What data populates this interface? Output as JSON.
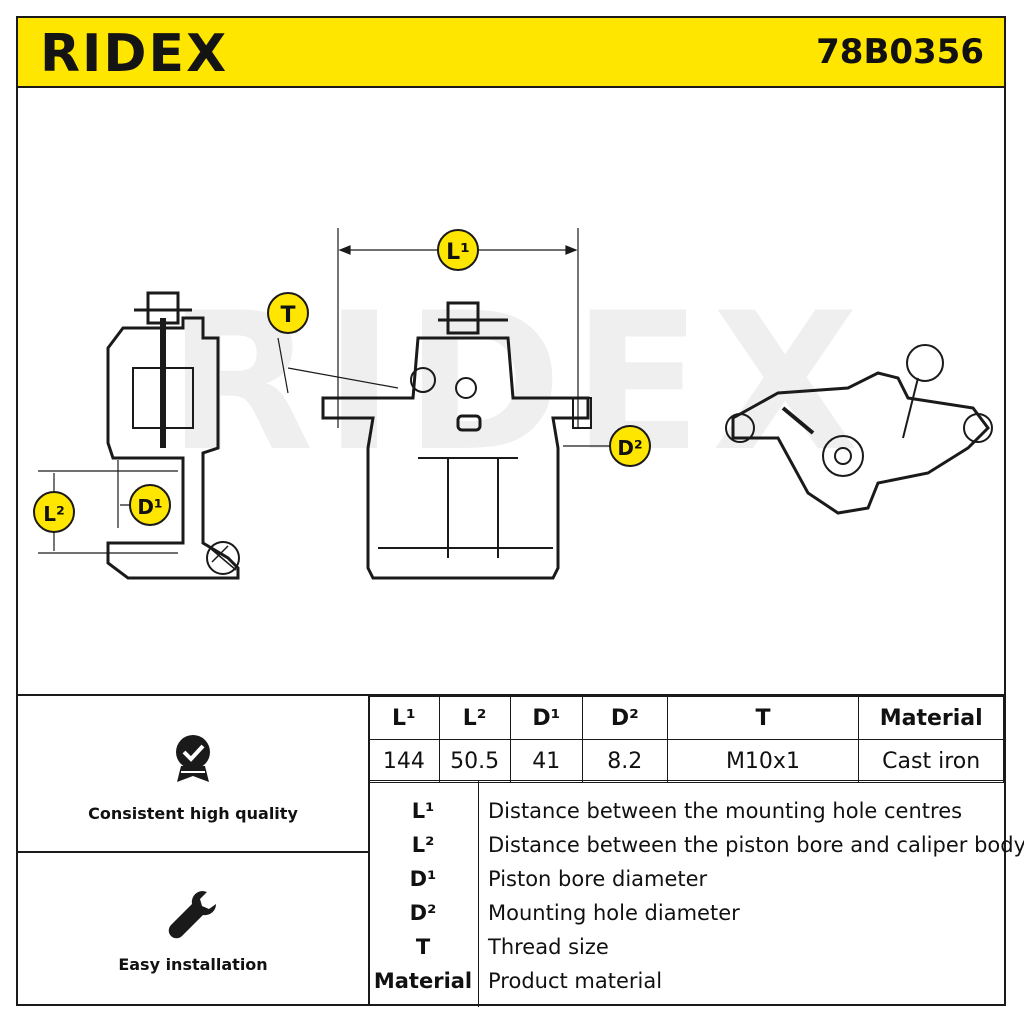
{
  "header": {
    "brand": "RIDEX",
    "part_number": "78B0356"
  },
  "drawing": {
    "watermark": "RIDEX",
    "callouts": {
      "l1": "L¹",
      "l2": "L²",
      "d1": "D¹",
      "d2": "D²",
      "t": "T"
    }
  },
  "features": [
    {
      "label": "Consistent high quality",
      "icon": "quality-badge-icon"
    },
    {
      "label": "Easy installation",
      "icon": "wrench-icon"
    }
  ],
  "specs": {
    "headers": [
      "L¹",
      "L²",
      "D¹",
      "D²",
      "T",
      "Material"
    ],
    "values": [
      "144",
      "50.5",
      "41",
      "8.2",
      "M10x1",
      "Cast iron"
    ]
  },
  "legend": [
    {
      "key": "L¹",
      "desc": "Distance between the mounting hole centres"
    },
    {
      "key": "L²",
      "desc": "Distance between the piston bore and caliper body"
    },
    {
      "key": "D¹",
      "desc": "Piston bore diameter"
    },
    {
      "key": "D²",
      "desc": "Mounting hole diameter"
    },
    {
      "key": "T",
      "desc": "Thread size"
    },
    {
      "key": "Material",
      "desc": "Product material"
    }
  ],
  "colors": {
    "header_bg": "#ffe600",
    "callout_bg": "#ffe600",
    "ink": "#1a1a1a"
  }
}
